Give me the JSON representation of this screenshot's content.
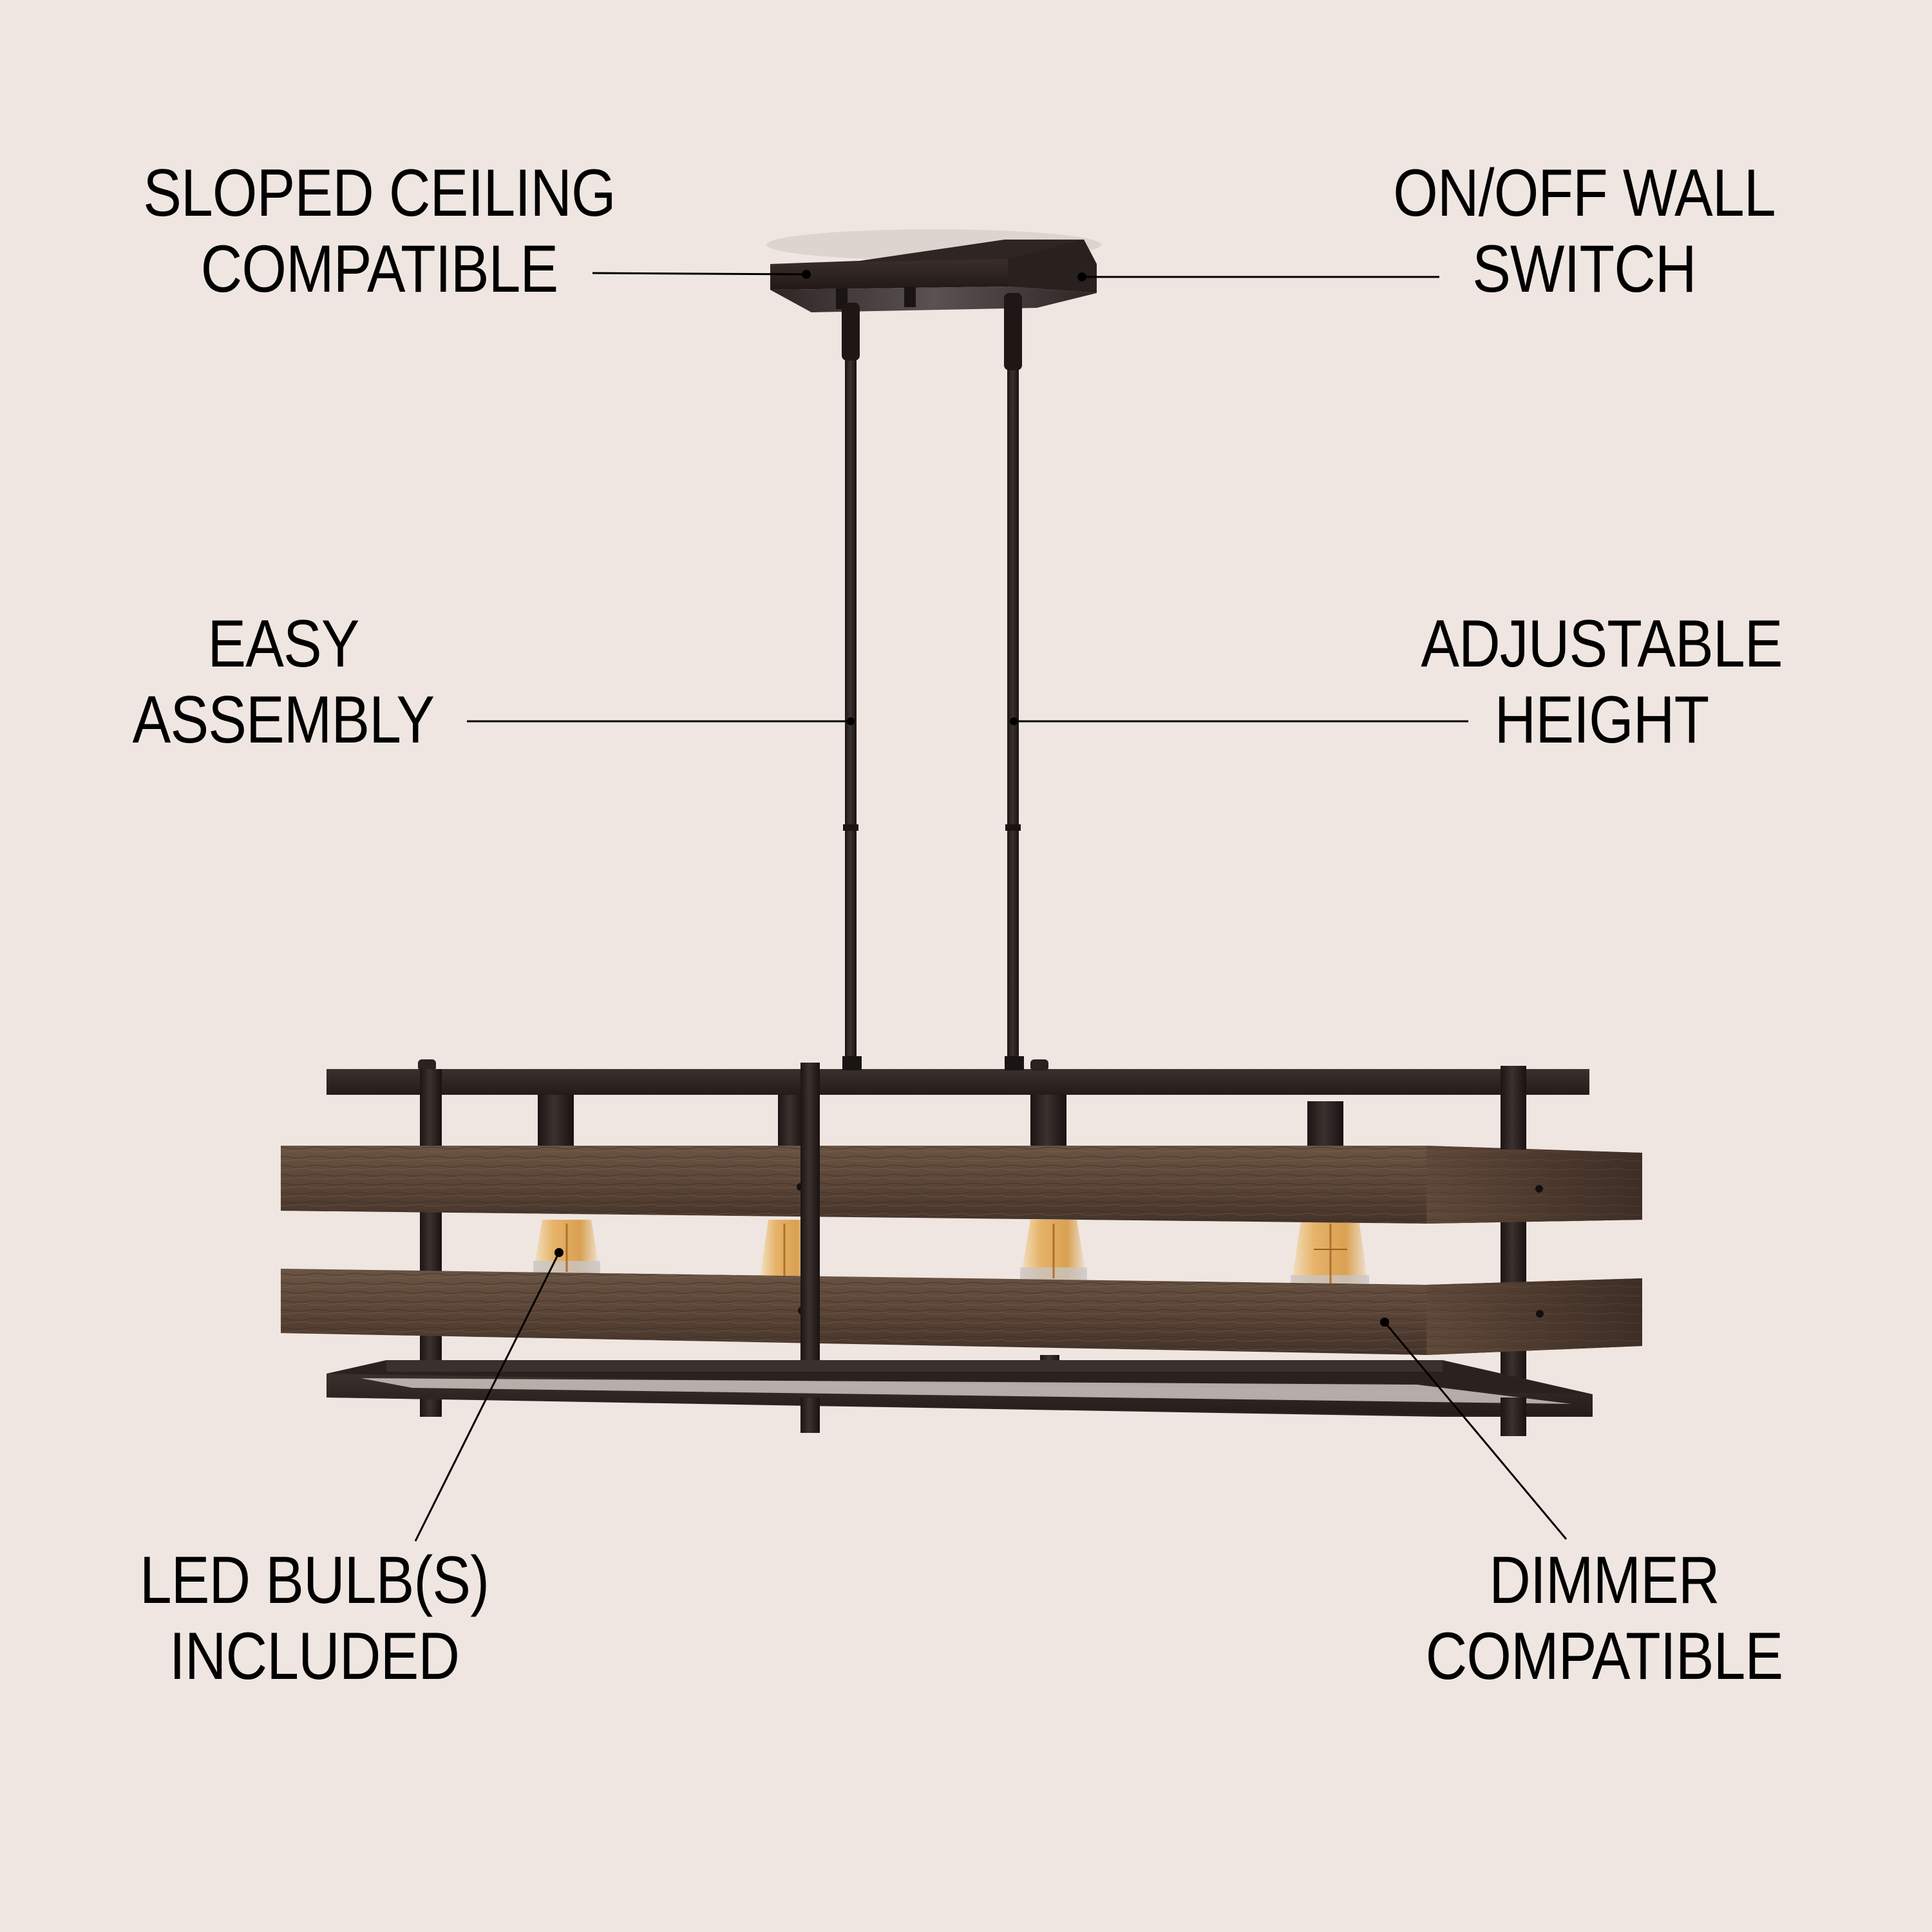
{
  "background_color": "#EFE6E1",
  "product": {
    "type": "linear chandelier",
    "finish_metal": "#2B2220",
    "finish_wood": "#5B4636",
    "bulb_count": 4,
    "bulb_color": "#E8B46A"
  },
  "callouts": [
    {
      "id": "sloped-ceiling",
      "line1": "SLOPED CEILING",
      "line2": "COMPATIBLE",
      "side": "left",
      "target": "canopy"
    },
    {
      "id": "wall-switch",
      "line1": "ON/OFF WALL",
      "line2": "SWITCH",
      "side": "right",
      "target": "canopy"
    },
    {
      "id": "easy-assembly",
      "line1": "EASY",
      "line2": "ASSEMBLY",
      "side": "left",
      "target": "left-rod"
    },
    {
      "id": "adjustable-height",
      "line1": "ADJUSTABLE",
      "line2": "HEIGHT",
      "side": "right",
      "target": "right-rod"
    },
    {
      "id": "led-bulbs",
      "line1": "LED BULB(S)",
      "line2": "INCLUDED",
      "side": "left",
      "target": "bulb"
    },
    {
      "id": "dimmer",
      "line1": "DIMMER",
      "line2": "COMPATIBLE",
      "side": "right",
      "target": "wood-band"
    }
  ]
}
